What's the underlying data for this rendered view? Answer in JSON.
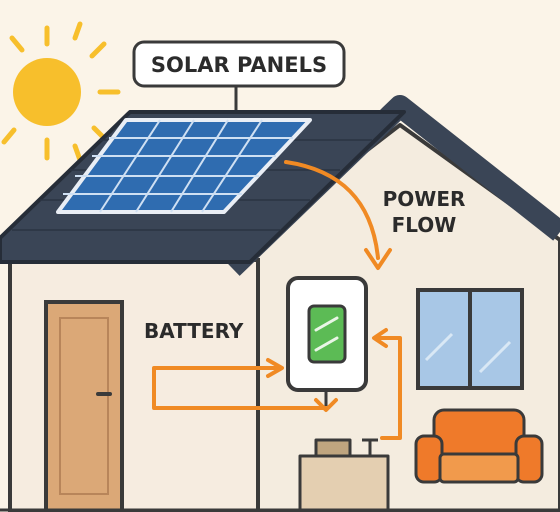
{
  "labels": {
    "solar_panels": "SOLAR PANELS",
    "power_flow_line1": "POWER",
    "power_flow_line2": "FLOW",
    "battery": "BATTERY"
  },
  "colors": {
    "background": "#fbf4e8",
    "sun": "#f7bf2c",
    "roof": "#3a4556",
    "panel": "#2f6cb0",
    "wall": "#f4ecdf",
    "door": "#dba877",
    "arrow": "#f08a24",
    "sofa": "#ef7a2a",
    "window_glass": "#a8c7e6",
    "battery_indicator": "#5cbb55"
  },
  "icons": [
    "sun-icon",
    "solar-panel-icon",
    "battery-icon",
    "door-icon",
    "window-icon",
    "sofa-icon",
    "desk-icon"
  ]
}
